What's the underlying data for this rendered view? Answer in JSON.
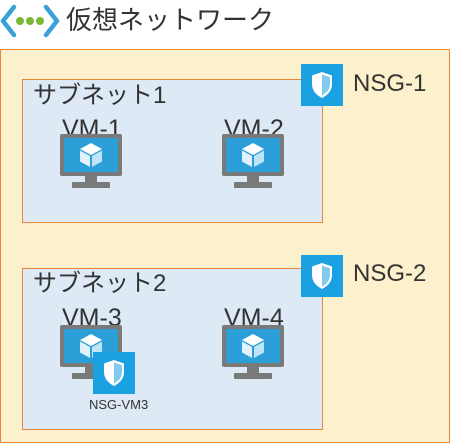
{
  "vnet": {
    "title": "仮想ネットワーク",
    "icon": "virtual-network-icon"
  },
  "subnets": [
    {
      "label": "サブネット1",
      "nsg_label": "NSG-1",
      "vms": [
        "VM-1",
        "VM-2"
      ]
    },
    {
      "label": "サブネット2",
      "nsg_label": "NSG-2",
      "vms": [
        "VM-3",
        "VM-4"
      ]
    }
  ],
  "vm_nsg": {
    "label": "NSG-VM3",
    "attached_to": "VM-3"
  },
  "colors": {
    "vnet_fill": "#fdf1cd",
    "border": "#e8873a",
    "subnet_fill": "#dde9f5",
    "nsg_blue": "#1ba1e2",
    "monitor_gray": "#7a7a7a",
    "screen_blue": "#2c9fd9",
    "vnet_icon_green": "#7ab833",
    "vnet_icon_bracket": "#3aa0da"
  }
}
